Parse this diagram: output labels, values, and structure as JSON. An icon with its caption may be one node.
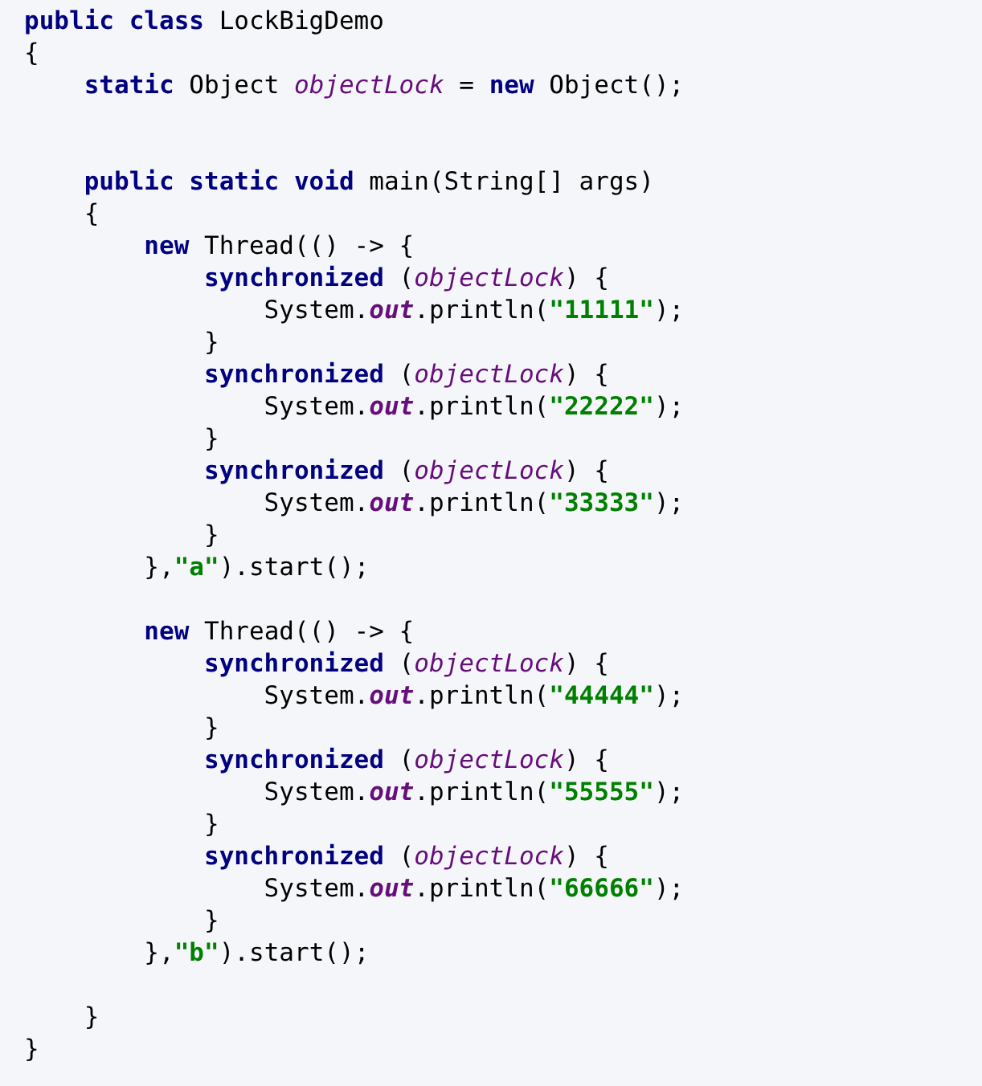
{
  "diagram": {
    "labels": [
      "**public class** LockBigDemo",
      "{",
      "    **static** Object *objectLock* = **new** Object();",
      "    **public static void** main(String[] args)",
      "    {",
      "        **new** Thread(() -> {",
      "            **synchronized** (*objectLock*) {",
      "                System.*out*.println(**\"11111\"**);",
      "            }",
      "            **synchronized** (*objectLock*) {",
      "                System.*out*.println(**\"22222\"**);",
      "            }",
      "            **synchronized** (*objectLock*) {",
      "                System.*out*.println(**\"33333\"**);",
      "            }",
      "        },**\"a\"**).start();",
      "        **new** Thread(() -> {",
      "            **synchronized** (*objectLock*) {",
      "                System.*out*.println(**\"44444\"**);",
      "            }",
      "            **synchronized** (*objectLock*) {",
      "                System.*out*.println(**\"55555\"**);",
      "            }",
      "            **synchronized** (*objectLock*) {",
      "                System.*out*.println(**\"66666\"**);",
      "            }",
      "        },**\"b\"**).start();",
      "    }",
      "}"
    ]
  }
}
